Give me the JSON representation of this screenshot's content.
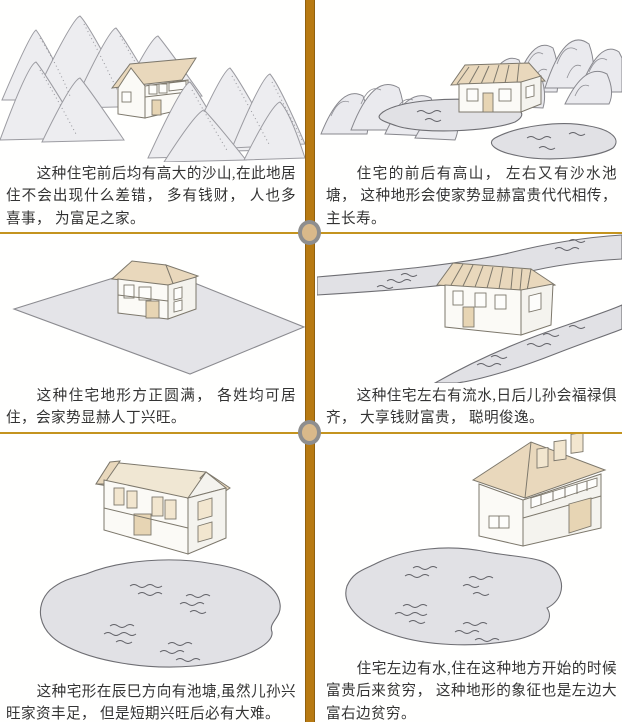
{
  "panels": [
    {
      "scene": "house-between-sand-mountains",
      "caption": "这种住宅前后均有高大的沙山,在此地居住不会出现什么差错， 多有钱财， 人也多喜事， 为富足之家。"
    },
    {
      "scene": "house-with-mountains-and-ponds",
      "caption": "住宅的前后有高山， 左右又有沙水池塘， 这种地形会使家势显赫富贵代代相传，主长寿。"
    },
    {
      "scene": "house-on-square-plot",
      "caption": "这种住宅地形方正圆满， 各姓均可居住，会家势显赫人丁兴旺。"
    },
    {
      "scene": "house-with-streams-left-right",
      "caption": "这种住宅左右有流水,日后儿孙会福禄俱齐， 大享钱财富贵， 聪明俊逸。"
    },
    {
      "scene": "house-with-pond-southeast",
      "caption": "这种宅形在辰巳方向有池塘,虽然儿孙兴旺家资丰足， 但是短期兴旺后必有大难。"
    },
    {
      "scene": "house-with-water-on-left",
      "caption": "住宅左边有水,住在这种地方开始的时候富贵后来贫穷， 这种地形的象征也是左边大富右边贫穷。"
    }
  ],
  "colors": {
    "divider_bar": "#b87a12",
    "divider_rule": "#c4941f",
    "node_ring": "#8e8e8e",
    "node_fill": "#d9b98a",
    "roof_tan": "#e9d8bc",
    "pond_gray": "#e1e1e5",
    "text": "#333333"
  }
}
